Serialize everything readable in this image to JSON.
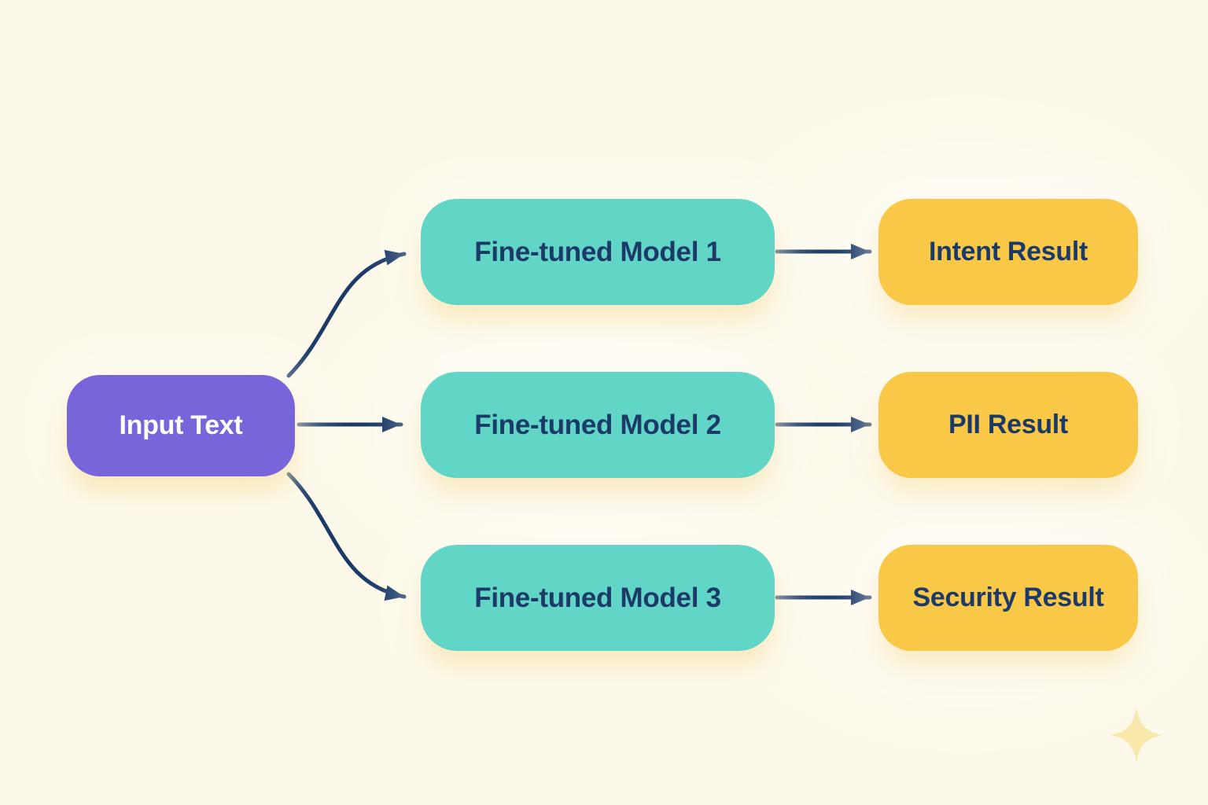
{
  "diagram": {
    "input": {
      "label": "Input Text"
    },
    "models": [
      {
        "label": "Fine-tuned Model 1"
      },
      {
        "label": "Fine-tuned Model 2"
      },
      {
        "label": "Fine-tuned Model 3"
      }
    ],
    "results": [
      {
        "label": "Intent Result"
      },
      {
        "label": "PII Result"
      },
      {
        "label": "Security Result"
      }
    ],
    "connections": [
      {
        "from": "Input Text",
        "to": "Fine-tuned Model 1"
      },
      {
        "from": "Input Text",
        "to": "Fine-tuned Model 2"
      },
      {
        "from": "Input Text",
        "to": "Fine-tuned Model 3"
      },
      {
        "from": "Fine-tuned Model 1",
        "to": "Intent Result"
      },
      {
        "from": "Fine-tuned Model 2",
        "to": "PII Result"
      },
      {
        "from": "Fine-tuned Model 3",
        "to": "Security Result"
      }
    ],
    "icons": [
      {
        "name": "sparkle-icon"
      }
    ],
    "colors": {
      "background": "#FDF9EA",
      "input_fill": "#7765D9",
      "model_fill": "#62D6C6",
      "result_fill": "#F9C847",
      "arrow_color": "#1B3A68",
      "text_dark": "#1B3A68",
      "text_light": "#FFFFFF",
      "sparkle_color": "#F8E8AC"
    }
  }
}
